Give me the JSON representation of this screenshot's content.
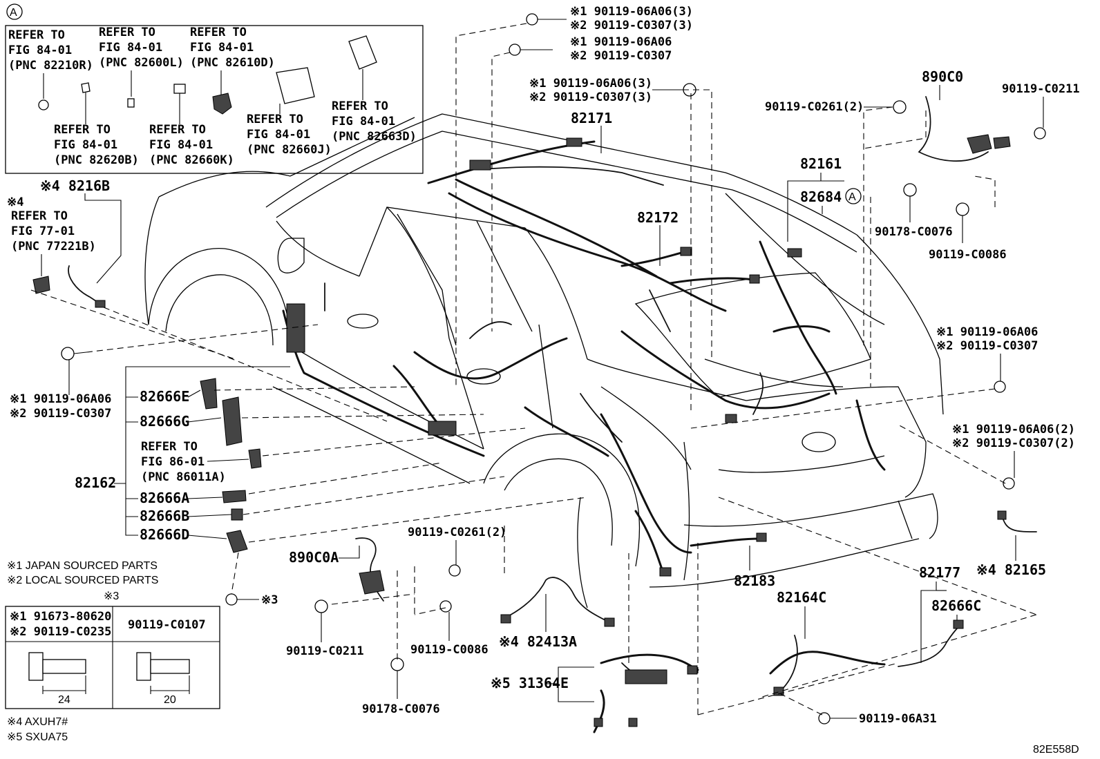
{
  "inset_A": {
    "marker": "A",
    "refs": [
      {
        "l1": "REFER TO",
        "l2": "FIG 84-01",
        "l3": "(PNC 82210R)"
      },
      {
        "l1": "REFER TO",
        "l2": "FIG 84-01",
        "l3": "(PNC 82600L)"
      },
      {
        "l1": "REFER TO",
        "l2": "FIG 84-01",
        "l3": "(PNC 82610D)"
      },
      {
        "l1": "REFER TO",
        "l2": "FIG 84-01",
        "l3": "(PNC 82620B)"
      },
      {
        "l1": "REFER TO",
        "l2": "FIG 84-01",
        "l3": "(PNC 82660K)"
      },
      {
        "l1": "REFER TO",
        "l2": "FIG 84-01",
        "l3": "(PNC 82660J)"
      },
      {
        "l1": "REFER TO",
        "l2": "FIG 84-01",
        "l3": "(PNC 82663D)"
      }
    ]
  },
  "left_labels": {
    "p8216b": "※4 8216B",
    "note4": "※4",
    "fig77": {
      "l1": "REFER TO",
      "l2": "FIG 77-01",
      "l3": "(PNC 77221B)"
    },
    "bolt_left_1": "※1 90119-06A06",
    "bolt_left_2": "※2 90119-C0307",
    "p82666e": "82666E",
    "p82666g": "82666G",
    "fig86": {
      "l1": "REFER TO",
      "l2": "FIG 86-01",
      "l3": "(PNC 86011A)"
    },
    "p82162": "82162",
    "p82666a": "82666A",
    "p82666b": "82666B",
    "p82666d": "82666D"
  },
  "legend": {
    "japan": "※1 JAPAN SOURCED PARTS",
    "local": "※2 LOCAL SOURCED PARTS",
    "note3_top": "※3",
    "note3_side": "※3",
    "col1_a": "※1 91673-80620",
    "col1_b": "※2 90119-C0235",
    "col2": "90119-C0107",
    "dim1": "24",
    "dim2": "20",
    "axuh": "※4 AXUH7#",
    "sxua": "※5 SXUA75"
  },
  "top_labels": {
    "b1_1": "※1 90119-06A06(3)",
    "b1_2": "※2 90119-C0307(3)",
    "b2_1": "※1 90119-06A06",
    "b2_2": "※2 90119-C0307",
    "b3_1": "※1 90119-06A06(3)",
    "b3_2": "※2 90119-C0307(3)",
    "p82171": "82171",
    "p82172": "82172",
    "p90119c0261_top": "90119-C0261(2)",
    "p82161": "82161",
    "p82684": "82684",
    "marker_a": "A",
    "p890c0": "890C0",
    "p90119c0211_top": "90119-C0211",
    "p90178c0076_top": "90178-C0076",
    "p90119c0086_top": "90119-C0086"
  },
  "right_labels": {
    "r1_1": "※1 90119-06A06",
    "r1_2": "※2 90119-C0307",
    "r2_1": "※1 90119-06A06(2)",
    "r2_2": "※2 90119-C0307(2)",
    "p82165": "※4 82165",
    "p82183": "82183",
    "p82164c": "82164C",
    "p82177": "82177",
    "p82666c": "82666C",
    "p9011906a31": "90119-06A31"
  },
  "bottom_labels": {
    "p890c0a": "890C0A",
    "p90119c0261_b": "90119-C0261(2)",
    "p90119c0211_b": "90119-C0211",
    "p90119c0086_b": "90119-C0086",
    "p90178c0076_b": "90178-C0076",
    "p82413a": "※4 82413A",
    "p31364e": "※5 31364E",
    "code": "82E558D"
  }
}
